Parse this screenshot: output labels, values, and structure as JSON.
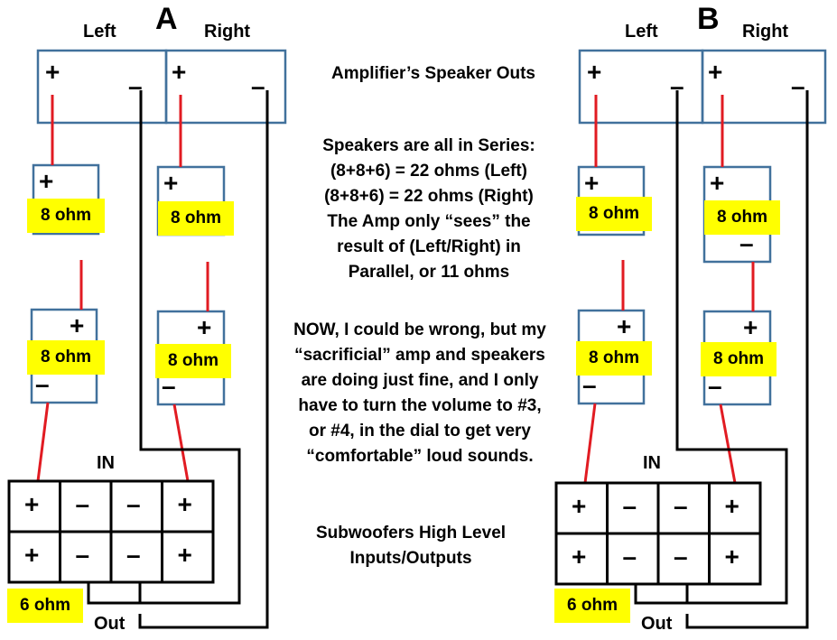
{
  "diagrams": [
    {
      "letter": "A",
      "channels": [
        "Left",
        "Right"
      ],
      "amp_left_plus": "+",
      "amp_left_minus": "–",
      "amp_right_plus": "+",
      "amp_right_minus": "–",
      "speakers": [
        {
          "plus": "+",
          "minus": "–",
          "ohm": "8 ohm"
        },
        {
          "plus": "+",
          "minus": "–",
          "ohm": "8 ohm"
        },
        {
          "plus": "+",
          "minus": "–",
          "ohm": "8 ohm"
        },
        {
          "plus": "+",
          "minus": "–",
          "ohm": "8 ohm"
        }
      ],
      "sub_in_label": "IN",
      "sub_out_label": "Out",
      "sub_rows": [
        [
          "+",
          "–",
          "–",
          "+"
        ],
        [
          "+",
          "–",
          "–",
          "+"
        ]
      ],
      "sub_ohm": "6 ohm"
    },
    {
      "letter": "B",
      "channels": [
        "Left",
        "Right"
      ],
      "amp_left_plus": "+",
      "amp_left_minus": "–",
      "amp_right_plus": "+",
      "amp_right_minus": "–",
      "speakers": [
        {
          "plus": "+",
          "minus": "–",
          "ohm": "8 ohm"
        },
        {
          "plus": "+",
          "minus": "–",
          "ohm": "8 ohm"
        },
        {
          "plus": "+",
          "minus": "–",
          "ohm": "8 ohm"
        },
        {
          "plus": "+",
          "minus": "–",
          "ohm": "8 ohm"
        }
      ],
      "sub_in_label": "IN",
      "sub_out_label": "Out",
      "sub_rows": [
        [
          "+",
          "–",
          "–",
          "+"
        ],
        [
          "+",
          "–",
          "–",
          "+"
        ]
      ],
      "sub_ohm": "6 ohm"
    }
  ],
  "captions": {
    "amp_outs": "Amplifier’s Speaker Outs",
    "series_lines": [
      "Speakers are all in Series:",
      "(8+8+6) = 22 ohms (Left)",
      "(8+8+6) = 22 ohms (Right)",
      "The Amp only “sees” the",
      "result of  (Left/Right) in",
      "Parallel, or  11 ohms"
    ],
    "note_lines": [
      "NOW, I could be wrong, but my",
      "“sacrificial” amp and speakers",
      "are doing just fine, and I only",
      "have to turn the volume to #3,",
      "or #4, in the dial to get  very",
      "“comfortable” loud sounds."
    ],
    "subwoofer_lines": [
      "Subwoofers High Level",
      "Inputs/Outputs"
    ]
  },
  "colors": {
    "box_border": "#41719c",
    "wire_red": "#e11b22",
    "wire_black": "#000000",
    "ohm_bg": "#ffff00"
  }
}
